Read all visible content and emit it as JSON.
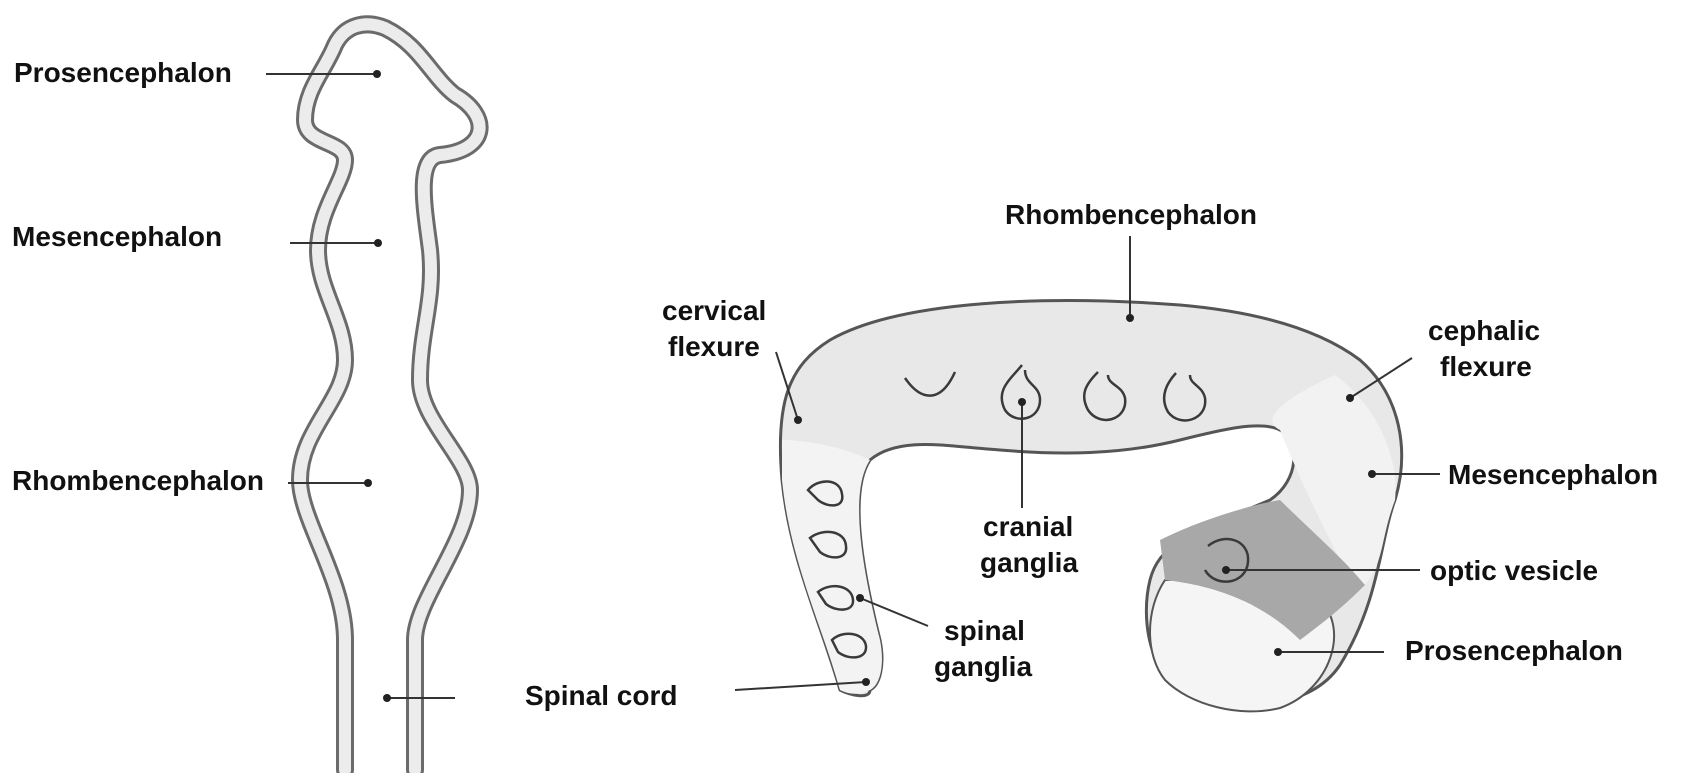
{
  "left_diagram": {
    "labels": {
      "prosencephalon": "Prosencephalon",
      "mesencephalon": "Mesencephalon",
      "rhombencephalon": "Rhombencephalon"
    }
  },
  "right_diagram": {
    "labels": {
      "rhombencephalon": "Rhombencephalon",
      "cervical_flexure": [
        "cervical",
        "flexure"
      ],
      "cephalic_flexure": [
        "cephalic",
        "flexure"
      ],
      "mesencephalon": "Mesencephalon",
      "cranial_ganglia": [
        "cranial",
        "ganglia"
      ],
      "optic_vesicle": "optic vesicle",
      "spinal_ganglia": [
        "spinal",
        "ganglia"
      ],
      "prosencephalon": "Prosencephalon",
      "spinal_cord": "Spinal cord"
    }
  },
  "colors": {
    "outline": "#6b6b6b",
    "light_fill": "#e8e8e8",
    "medium_fill": "#d4d4d4",
    "dark_fill": "#a8a8a8",
    "text": "#111111"
  }
}
